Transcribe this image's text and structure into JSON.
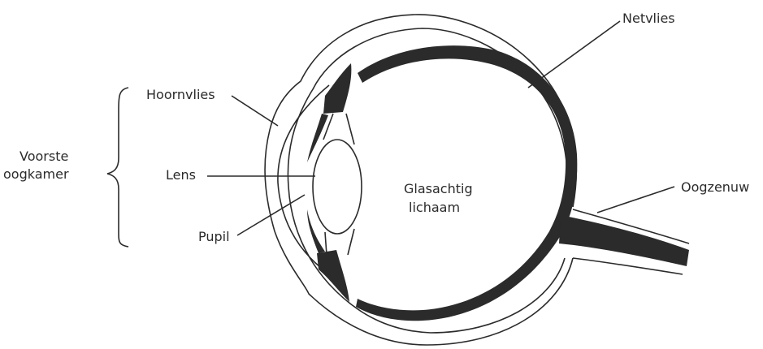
{
  "diagram": {
    "labels": {
      "netvlies": "Netvlies",
      "hoornvlies": "Hoornvlies",
      "lens": "Lens",
      "pupil": "Pupil",
      "oogzenuw": "Oogzenuw",
      "voorste_line1": "Voorste",
      "voorste_line2": "oogkamer",
      "glas_line1": "Glasachtig",
      "glas_line2": "lichaam"
    },
    "colors": {
      "stroke": "#2b2b2b",
      "fill_dark": "#2b2b2b",
      "background": "#ffffff"
    }
  }
}
